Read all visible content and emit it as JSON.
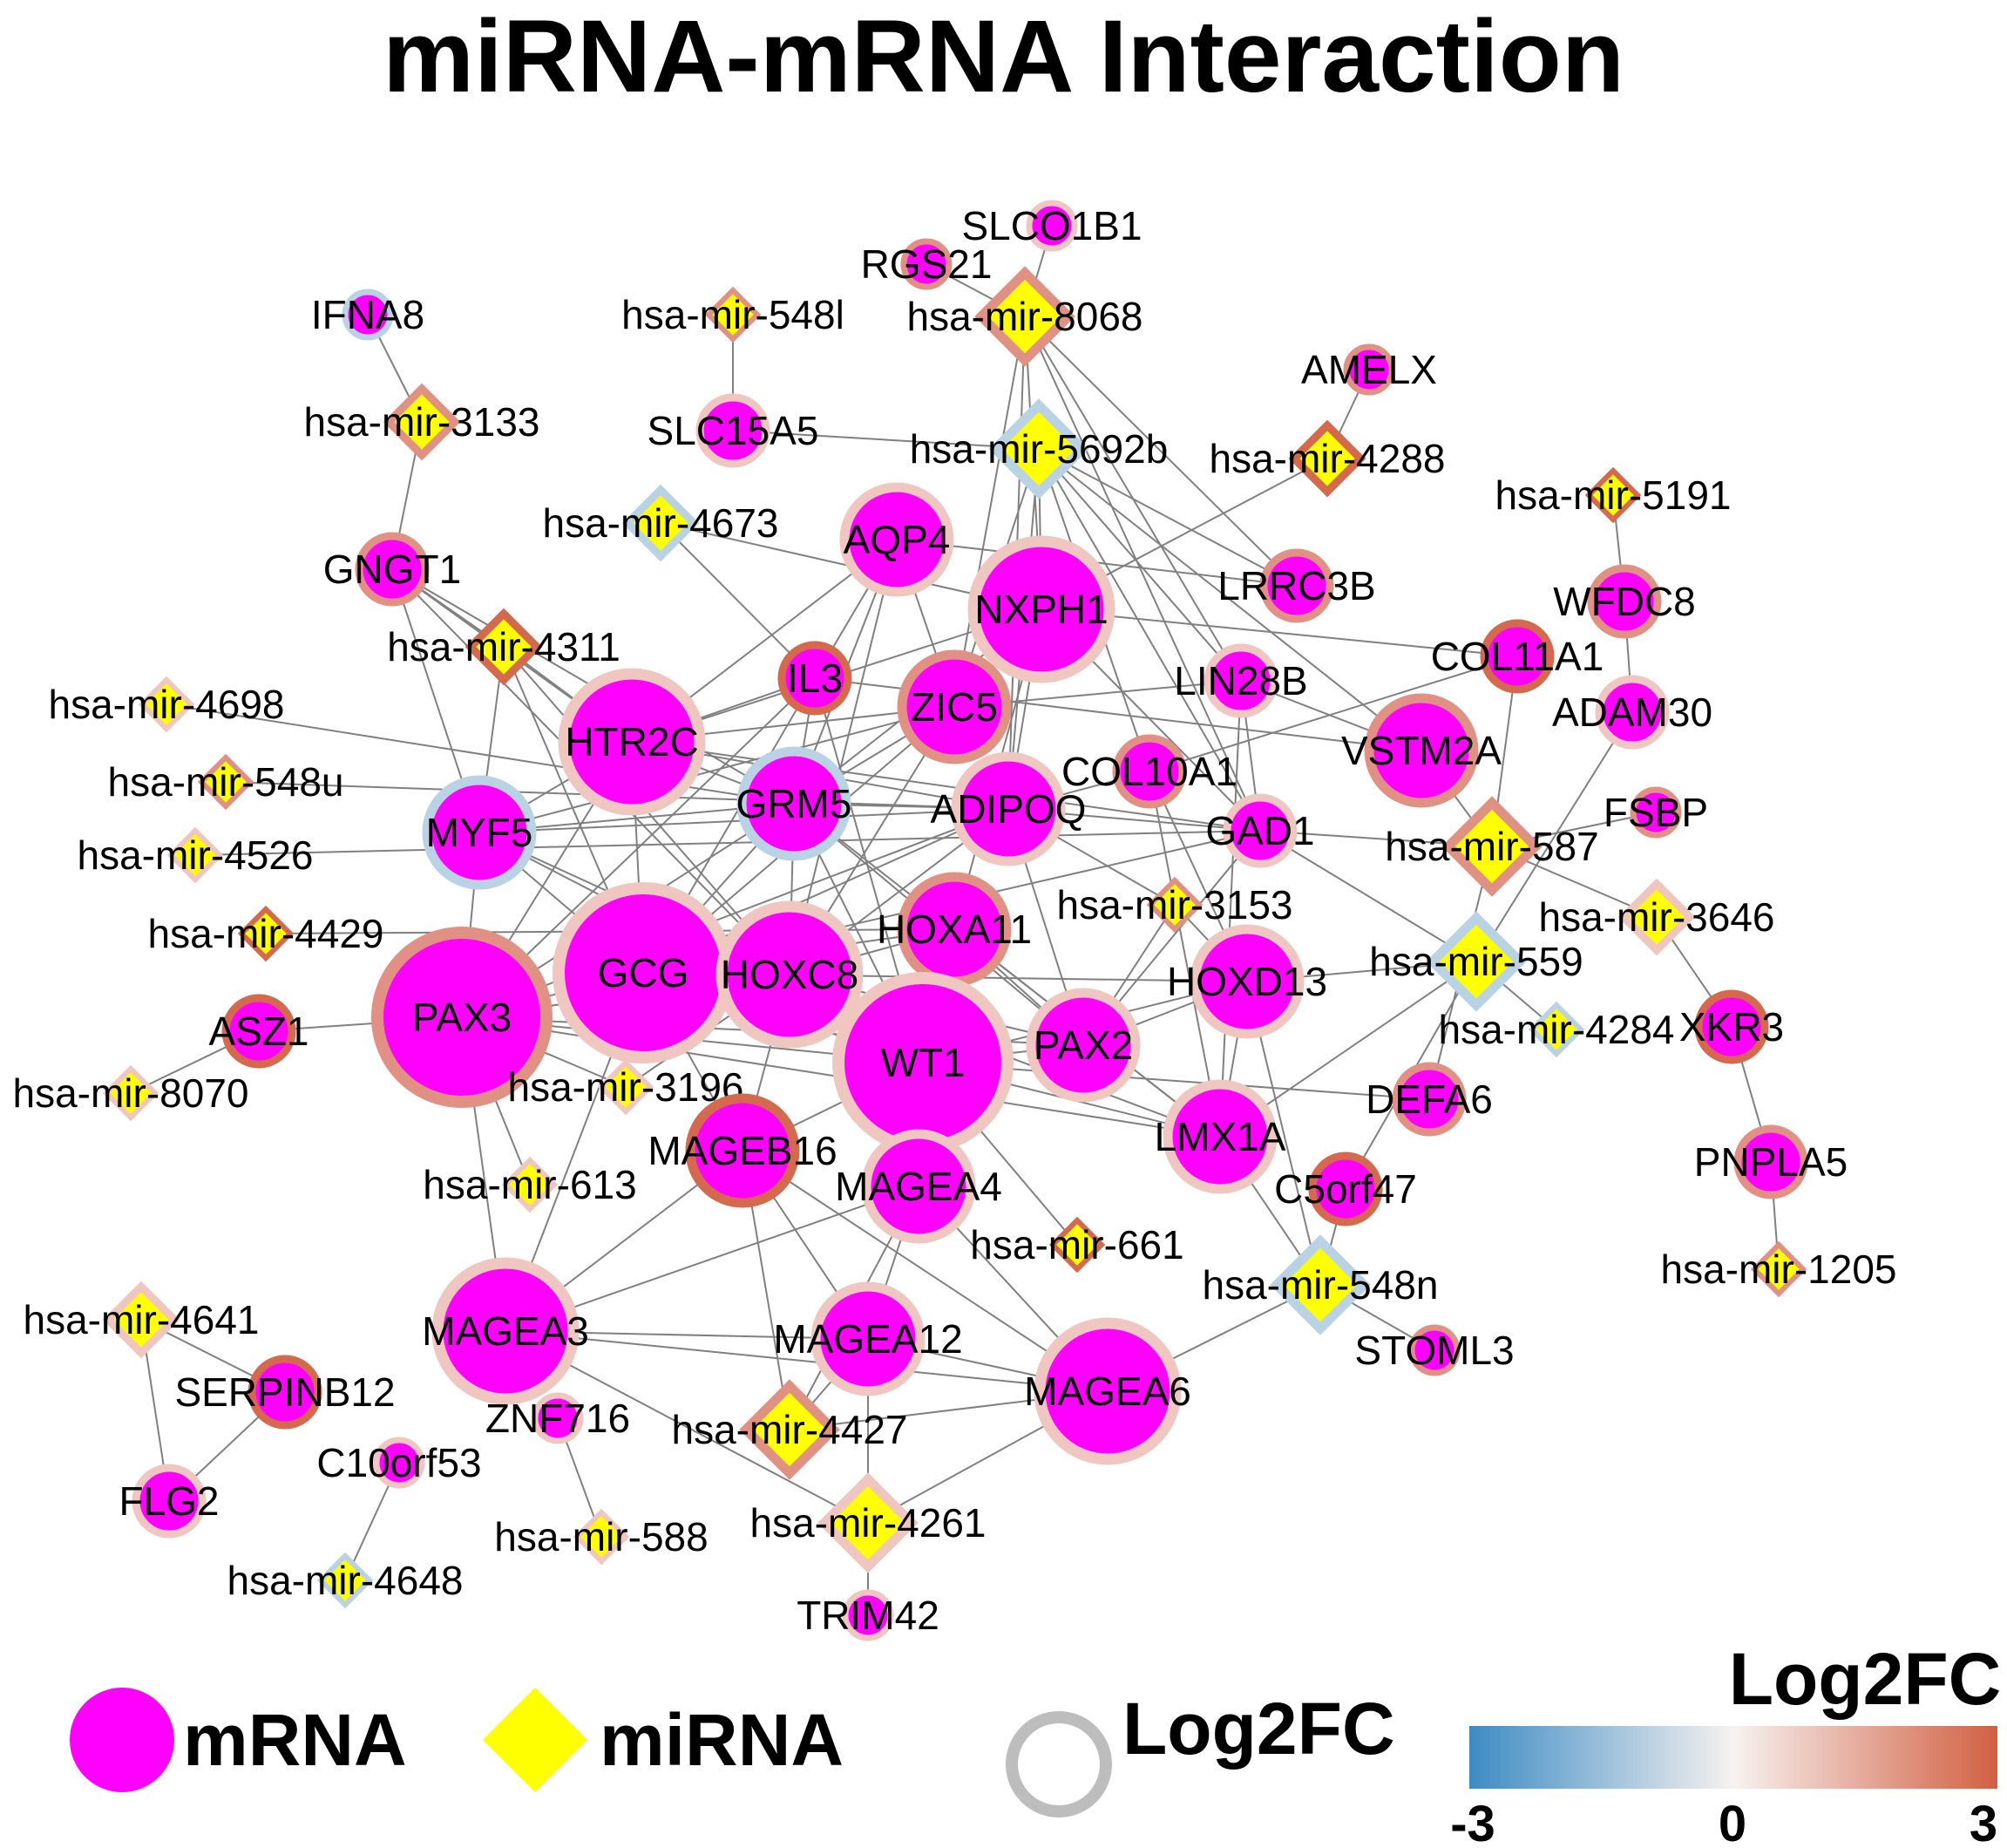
{
  "title": "miRNA-mRNA Interaction",
  "colors": {
    "mrna_fill": "#ff00ff",
    "mirna_fill": "#ffff00",
    "edge": "#808080",
    "neg_border": "#b9d3e5",
    "low_border": "#efc6c0",
    "mid_border": "#e19183",
    "high_border": "#d4694e",
    "gradient_low": "#3d8bc3",
    "gradient_mid": "#f7f2f0",
    "gradient_high": "#d25f42",
    "legend_ring": "#bdbdbd"
  },
  "nodes": [
    {
      "id": "SLCO1B1",
      "type": "mrna",
      "size": "xs",
      "level": "low"
    },
    {
      "id": "RGS21",
      "type": "mrna",
      "size": "xs",
      "level": "mid"
    },
    {
      "id": "hsa-mir-548l",
      "type": "mirna",
      "size": "xs",
      "level": "mid"
    },
    {
      "id": "hsa-mir-8068",
      "type": "mirna",
      "size": "m",
      "level": "mid"
    },
    {
      "id": "IFNA8",
      "type": "mrna",
      "size": "xs",
      "level": "neg"
    },
    {
      "id": "AMELX",
      "type": "mrna",
      "size": "xs",
      "level": "mid"
    },
    {
      "id": "hsa-mir-3133",
      "type": "mirna",
      "size": "s",
      "level": "mid"
    },
    {
      "id": "SLC15A5",
      "type": "mrna",
      "size": "s",
      "level": "low"
    },
    {
      "id": "hsa-mir-5692b",
      "type": "mirna",
      "size": "m",
      "level": "neg"
    },
    {
      "id": "hsa-mir-4288",
      "type": "mirna",
      "size": "s",
      "level": "high"
    },
    {
      "id": "hsa-mir-5191",
      "type": "mirna",
      "size": "xs",
      "level": "high"
    },
    {
      "id": "hsa-mir-4673",
      "type": "mirna",
      "size": "s",
      "level": "neg"
    },
    {
      "id": "AQP4",
      "type": "mrna",
      "size": "m",
      "level": "low"
    },
    {
      "id": "GNGT1",
      "type": "mrna",
      "size": "s",
      "level": "mid"
    },
    {
      "id": "NXPH1",
      "type": "mrna",
      "size": "l",
      "level": "low"
    },
    {
      "id": "LRRC3B",
      "type": "mrna",
      "size": "s",
      "level": "mid"
    },
    {
      "id": "WFDC8",
      "type": "mrna",
      "size": "s",
      "level": "mid"
    },
    {
      "id": "hsa-mir-4311",
      "type": "mirna",
      "size": "s",
      "level": "high"
    },
    {
      "id": "IL3",
      "type": "mrna",
      "size": "s",
      "level": "high"
    },
    {
      "id": "COL11A1",
      "type": "mrna",
      "size": "s",
      "level": "high"
    },
    {
      "id": "LIN28B",
      "type": "mrna",
      "size": "s",
      "level": "low"
    },
    {
      "id": "ZIC5",
      "type": "mrna",
      "size": "m",
      "level": "mid"
    },
    {
      "id": "hsa-mir-4698",
      "type": "mirna",
      "size": "xs",
      "level": "low"
    },
    {
      "id": "ADAM30",
      "type": "mrna",
      "size": "s",
      "level": "low"
    },
    {
      "id": "HTR2C",
      "type": "mrna",
      "size": "l",
      "level": "low"
    },
    {
      "id": "VSTM2A",
      "type": "mrna",
      "size": "m",
      "level": "mid"
    },
    {
      "id": "hsa-mir-548u",
      "type": "mirna",
      "size": "xs",
      "level": "mid"
    },
    {
      "id": "COL10A1",
      "type": "mrna",
      "size": "s",
      "level": "mid"
    },
    {
      "id": "GRM5",
      "type": "mrna",
      "size": "m",
      "level": "neg"
    },
    {
      "id": "FSBP",
      "type": "mrna",
      "size": "xs",
      "level": "mid"
    },
    {
      "id": "ADIPOQ",
      "type": "mrna",
      "size": "m",
      "level": "low"
    },
    {
      "id": "MYF5",
      "type": "mrna",
      "size": "m",
      "level": "neg"
    },
    {
      "id": "GAD1",
      "type": "mrna",
      "size": "s",
      "level": "low"
    },
    {
      "id": "hsa-mir-587",
      "type": "mirna",
      "size": "m",
      "level": "mid"
    },
    {
      "id": "hsa-mir-4526",
      "type": "mirna",
      "size": "xs",
      "level": "low"
    },
    {
      "id": "hsa-mir-3153",
      "type": "mirna",
      "size": "xs",
      "level": "mid"
    },
    {
      "id": "hsa-mir-3646",
      "type": "mirna",
      "size": "s",
      "level": "low"
    },
    {
      "id": "hsa-mir-4429",
      "type": "mirna",
      "size": "xs",
      "level": "high"
    },
    {
      "id": "HOXA11",
      "type": "mrna",
      "size": "m",
      "level": "mid"
    },
    {
      "id": "hsa-mir-559",
      "type": "mirna",
      "size": "m",
      "level": "neg"
    },
    {
      "id": "GCG",
      "type": "mrna",
      "size": "xl",
      "level": "low"
    },
    {
      "id": "HOXC8",
      "type": "mrna",
      "size": "l",
      "level": "low"
    },
    {
      "id": "HOXD13",
      "type": "mrna",
      "size": "m",
      "level": "low"
    },
    {
      "id": "PAX3",
      "type": "mrna",
      "size": "xl",
      "level": "mid"
    },
    {
      "id": "ASZ1",
      "type": "mrna",
      "size": "s",
      "level": "high"
    },
    {
      "id": "hsa-mir-4284",
      "type": "mirna",
      "size": "xs",
      "level": "neg"
    },
    {
      "id": "XKR3",
      "type": "mrna",
      "size": "s",
      "level": "high"
    },
    {
      "id": "WT1",
      "type": "mrna",
      "size": "xl",
      "level": "low"
    },
    {
      "id": "PAX2",
      "type": "mrna",
      "size": "m",
      "level": "low"
    },
    {
      "id": "hsa-mir-8070",
      "type": "mirna",
      "size": "xs",
      "level": "low"
    },
    {
      "id": "hsa-mir-3196",
      "type": "mirna",
      "size": "xs",
      "level": "low"
    },
    {
      "id": "DEFA6",
      "type": "mrna",
      "size": "s",
      "level": "mid"
    },
    {
      "id": "LMX1A",
      "type": "mrna",
      "size": "m",
      "level": "low"
    },
    {
      "id": "MAGEB16",
      "type": "mrna",
      "size": "m",
      "level": "high"
    },
    {
      "id": "PNPLA5",
      "type": "mrna",
      "size": "s",
      "level": "mid"
    },
    {
      "id": "hsa-mir-613",
      "type": "mirna",
      "size": "xs",
      "level": "low"
    },
    {
      "id": "MAGEA4",
      "type": "mrna",
      "size": "m",
      "level": "low"
    },
    {
      "id": "C5orf47",
      "type": "mrna",
      "size": "s",
      "level": "high"
    },
    {
      "id": "hsa-mir-661",
      "type": "mirna",
      "size": "xs",
      "level": "high"
    },
    {
      "id": "hsa-mir-1205",
      "type": "mirna",
      "size": "xs",
      "level": "mid"
    },
    {
      "id": "hsa-mir-548n",
      "type": "mirna",
      "size": "m",
      "level": "neg"
    },
    {
      "id": "hsa-mir-4641",
      "type": "mirna",
      "size": "s",
      "level": "low"
    },
    {
      "id": "MAGEA3",
      "type": "mrna",
      "size": "l",
      "level": "low"
    },
    {
      "id": "MAGEA12",
      "type": "mrna",
      "size": "m",
      "level": "low"
    },
    {
      "id": "STOML3",
      "type": "mrna",
      "size": "xs",
      "level": "mid"
    },
    {
      "id": "SERPINB12",
      "type": "mrna",
      "size": "s",
      "level": "high"
    },
    {
      "id": "MAGEA6",
      "type": "mrna",
      "size": "l",
      "level": "low"
    },
    {
      "id": "ZNF716",
      "type": "mrna",
      "size": "xs",
      "level": "low"
    },
    {
      "id": "hsa-mir-4427",
      "type": "mirna",
      "size": "m",
      "level": "mid"
    },
    {
      "id": "C10orf53",
      "type": "mrna",
      "size": "xs",
      "level": "low"
    },
    {
      "id": "FLG2",
      "type": "mrna",
      "size": "s",
      "level": "low"
    },
    {
      "id": "hsa-mir-588",
      "type": "mirna",
      "size": "xs",
      "level": "low"
    },
    {
      "id": "hsa-mir-4261",
      "type": "mirna",
      "size": "m",
      "level": "low"
    },
    {
      "id": "hsa-mir-4648",
      "type": "mirna",
      "size": "xs",
      "level": "neg"
    },
    {
      "id": "TRIM42",
      "type": "mrna",
      "size": "xs",
      "level": "low"
    }
  ],
  "edges": [
    [
      "IFNA8",
      "hsa-mir-3133"
    ],
    [
      "hsa-mir-3133",
      "GNGT1"
    ],
    [
      "hsa-mir-548l",
      "SLC15A5"
    ],
    [
      "SLC15A5",
      "hsa-mir-5692b"
    ],
    [
      "RGS21",
      "hsa-mir-8068"
    ],
    [
      "SLCO1B1",
      "hsa-mir-8068"
    ],
    [
      "hsa-mir-8068",
      "NXPH1"
    ],
    [
      "hsa-mir-8068",
      "LIN28B"
    ],
    [
      "hsa-mir-8068",
      "GAD1"
    ],
    [
      "hsa-mir-8068",
      "LRRC3B"
    ],
    [
      "hsa-mir-8068",
      "ZIC5"
    ],
    [
      "hsa-mir-8068",
      "ADIPOQ"
    ],
    [
      "hsa-mir-5692b",
      "NXPH1"
    ],
    [
      "hsa-mir-5692b",
      "ADIPOQ"
    ],
    [
      "hsa-mir-5692b",
      "COL10A1"
    ],
    [
      "hsa-mir-5692b",
      "LIN28B"
    ],
    [
      "hsa-mir-5692b",
      "VSTM2A"
    ],
    [
      "hsa-mir-5692b",
      "GAD1"
    ],
    [
      "hsa-mir-5692b",
      "ZIC5"
    ],
    [
      "hsa-mir-5692b",
      "LRRC3B"
    ],
    [
      "AMELX",
      "hsa-mir-4288"
    ],
    [
      "hsa-mir-4288",
      "NXPH1"
    ],
    [
      "hsa-mir-5191",
      "WFDC8"
    ],
    [
      "WFDC8",
      "ADAM30"
    ],
    [
      "ADAM30",
      "hsa-mir-559"
    ],
    [
      "hsa-mir-4673",
      "IL3"
    ],
    [
      "hsa-mir-4673",
      "NXPH1"
    ],
    [
      "GNGT1",
      "hsa-mir-4311"
    ],
    [
      "GNGT1",
      "GRM5"
    ],
    [
      "GNGT1",
      "HTR2C"
    ],
    [
      "GNGT1",
      "MYF5"
    ],
    [
      "GNGT1",
      "HOXC8"
    ],
    [
      "hsa-mir-4311",
      "MYF5"
    ],
    [
      "hsa-mir-4311",
      "GCG"
    ],
    [
      "hsa-mir-4311",
      "HTR2C"
    ],
    [
      "hsa-mir-4311",
      "HOXC8"
    ],
    [
      "AQP4",
      "IL3"
    ],
    [
      "AQP4",
      "ZIC5"
    ],
    [
      "AQP4",
      "HTR2C"
    ],
    [
      "AQP4",
      "GRM5"
    ],
    [
      "AQP4",
      "LRRC3B"
    ],
    [
      "AQP4",
      "HOXC8"
    ],
    [
      "NXPH1",
      "HTR2C"
    ],
    [
      "NXPH1",
      "GRM5"
    ],
    [
      "NXPH1",
      "ADIPOQ"
    ],
    [
      "NXPH1",
      "COL11A1"
    ],
    [
      "NXPH1",
      "GAD1"
    ],
    [
      "NXPH1",
      "HOXA11"
    ],
    [
      "IL3",
      "HTR2C"
    ],
    [
      "IL3",
      "GRM5"
    ],
    [
      "IL3",
      "GCG"
    ],
    [
      "IL3",
      "PAX3"
    ],
    [
      "IL3",
      "WT1"
    ],
    [
      "IL3",
      "VSTM2A"
    ],
    [
      "ZIC5",
      "GRM5"
    ],
    [
      "ZIC5",
      "GCG"
    ],
    [
      "ZIC5",
      "LIN28B"
    ],
    [
      "ZIC5",
      "HTR2C"
    ],
    [
      "ZIC5",
      "MYF5"
    ],
    [
      "ZIC5",
      "HOXC8"
    ],
    [
      "hsa-mir-4698",
      "GRM5"
    ],
    [
      "hsa-mir-548u",
      "ADIPOQ"
    ],
    [
      "hsa-mir-4526",
      "GAD1"
    ],
    [
      "hsa-mir-4429",
      "HOXA11"
    ],
    [
      "HTR2C",
      "GRM5"
    ],
    [
      "HTR2C",
      "GCG"
    ],
    [
      "HTR2C",
      "MYF5"
    ],
    [
      "HTR2C",
      "ADIPOQ"
    ],
    [
      "HTR2C",
      "PAX3"
    ],
    [
      "HTR2C",
      "GAD1"
    ],
    [
      "GRM5",
      "GCG"
    ],
    [
      "GRM5",
      "HOXC8"
    ],
    [
      "GRM5",
      "PAX3"
    ],
    [
      "GRM5",
      "ADIPOQ"
    ],
    [
      "GRM5",
      "WT1"
    ],
    [
      "GRM5",
      "PAX2"
    ],
    [
      "GRM5",
      "MYF5"
    ],
    [
      "GRM5",
      "LMX1A"
    ],
    [
      "MYF5",
      "GCG"
    ],
    [
      "MYF5",
      "PAX3"
    ],
    [
      "MYF5",
      "HOXC8"
    ],
    [
      "MYF5",
      "WT1"
    ],
    [
      "MYF5",
      "ADIPOQ"
    ],
    [
      "ADIPOQ",
      "GCG"
    ],
    [
      "ADIPOQ",
      "HOXC8"
    ],
    [
      "ADIPOQ",
      "PAX3"
    ],
    [
      "ADIPOQ",
      "COL10A1"
    ],
    [
      "ADIPOQ",
      "GAD1"
    ],
    [
      "ADIPOQ",
      "hsa-mir-3153"
    ],
    [
      "ADIPOQ",
      "PAX2"
    ],
    [
      "COL10A1",
      "COL11A1"
    ],
    [
      "COL10A1",
      "LMX1A"
    ],
    [
      "COL10A1",
      "HOXD13"
    ],
    [
      "LIN28B",
      "VSTM2A"
    ],
    [
      "LIN28B",
      "LMX1A"
    ],
    [
      "LIN28B",
      "GAD1"
    ],
    [
      "VSTM2A",
      "hsa-mir-587"
    ],
    [
      "COL11A1",
      "hsa-mir-587"
    ],
    [
      "GAD1",
      "hsa-mir-587"
    ],
    [
      "GAD1",
      "hsa-mir-559"
    ],
    [
      "GAD1",
      "PAX2"
    ],
    [
      "GAD1",
      "GCG"
    ],
    [
      "FSBP",
      "hsa-mir-587"
    ],
    [
      "hsa-mir-587",
      "hsa-mir-3646"
    ],
    [
      "hsa-mir-587",
      "DEFA6"
    ],
    [
      "hsa-mir-3646",
      "XKR3"
    ],
    [
      "XKR3",
      "PNPLA5"
    ],
    [
      "PNPLA5",
      "hsa-mir-1205"
    ],
    [
      "hsa-mir-559",
      "HOXD13"
    ],
    [
      "hsa-mir-559",
      "hsa-mir-4284"
    ],
    [
      "hsa-mir-559",
      "LMX1A"
    ],
    [
      "hsa-mir-559",
      "C5orf47"
    ],
    [
      "HOXA11",
      "GCG"
    ],
    [
      "HOXA11",
      "WT1"
    ],
    [
      "HOXA11",
      "PAX2"
    ],
    [
      "HOXA11",
      "HOXC8"
    ],
    [
      "HOXA11",
      "LMX1A"
    ],
    [
      "hsa-mir-3153",
      "HOXD13"
    ],
    [
      "hsa-mir-3153",
      "PAX2"
    ],
    [
      "GCG",
      "HOXC8"
    ],
    [
      "GCG",
      "PAX3"
    ],
    [
      "GCG",
      "WT1"
    ],
    [
      "GCG",
      "HOXD13"
    ],
    [
      "GCG",
      "MAGEB16"
    ],
    [
      "GCG",
      "MAGEA3"
    ],
    [
      "HOXC8",
      "WT1"
    ],
    [
      "HOXC8",
      "PAX3"
    ],
    [
      "HOXC8",
      "PAX2"
    ],
    [
      "HOXC8",
      "LMX1A"
    ],
    [
      "HOXC8",
      "MAGEB16"
    ],
    [
      "HOXC8",
      "hsa-mir-3196"
    ],
    [
      "HOXD13",
      "PAX2"
    ],
    [
      "HOXD13",
      "LMX1A"
    ],
    [
      "HOXD13",
      "WT1"
    ],
    [
      "HOXD13",
      "hsa-mir-548n"
    ],
    [
      "PAX3",
      "ASZ1"
    ],
    [
      "PAX3",
      "WT1"
    ],
    [
      "PAX3",
      "PAX2"
    ],
    [
      "PAX3",
      "LMX1A"
    ],
    [
      "PAX3",
      "hsa-mir-613"
    ],
    [
      "PAX3",
      "MAGEA3"
    ],
    [
      "PAX3",
      "hsa-mir-3196"
    ],
    [
      "ASZ1",
      "hsa-mir-8070"
    ],
    [
      "WT1",
      "PAX2"
    ],
    [
      "WT1",
      "LMX1A"
    ],
    [
      "WT1",
      "DEFA6"
    ],
    [
      "WT1",
      "MAGEA4"
    ],
    [
      "WT1",
      "hsa-mir-661"
    ],
    [
      "WT1",
      "MAGEB16"
    ],
    [
      "LMX1A",
      "hsa-mir-548n"
    ],
    [
      "C5orf47",
      "hsa-mir-548n"
    ],
    [
      "hsa-mir-548n",
      "STOML3"
    ],
    [
      "hsa-mir-548n",
      "MAGEA6"
    ],
    [
      "MAGEB16",
      "MAGEA3"
    ],
    [
      "MAGEB16",
      "MAGEA12"
    ],
    [
      "MAGEB16",
      "MAGEA6"
    ],
    [
      "MAGEB16",
      "hsa-mir-4427"
    ],
    [
      "MAGEA4",
      "MAGEA3"
    ],
    [
      "MAGEA4",
      "MAGEA12"
    ],
    [
      "MAGEA4",
      "MAGEA6"
    ],
    [
      "MAGEA4",
      "hsa-mir-4427"
    ],
    [
      "MAGEA3",
      "MAGEA12"
    ],
    [
      "MAGEA3",
      "MAGEA6"
    ],
    [
      "MAGEA3",
      "hsa-mir-4261"
    ],
    [
      "MAGEA12",
      "hsa-mir-4427"
    ],
    [
      "MAGEA12",
      "hsa-mir-4261"
    ],
    [
      "MAGEA12",
      "MAGEA6"
    ],
    [
      "MAGEA6",
      "hsa-mir-4427"
    ],
    [
      "MAGEA6",
      "hsa-mir-4261"
    ],
    [
      "hsa-mir-4261",
      "TRIM42"
    ],
    [
      "hsa-mir-4641",
      "SERPINB12"
    ],
    [
      "hsa-mir-4641",
      "FLG2"
    ],
    [
      "SERPINB12",
      "FLG2"
    ],
    [
      "ZNF716",
      "hsa-mir-588"
    ],
    [
      "C10orf53",
      "hsa-mir-4648"
    ]
  ],
  "legend": {
    "mrna_label": "mRNA",
    "mirna_label": "miRNA",
    "ring_label": "Log2FC",
    "colorbar_title": "Log2FC",
    "ticks": [
      "-3",
      "0",
      "3"
    ]
  }
}
